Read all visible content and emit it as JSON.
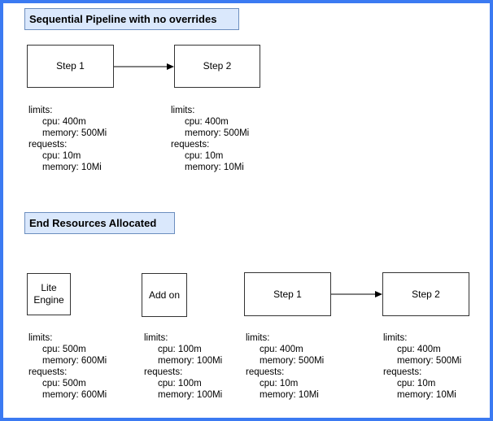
{
  "diagram": {
    "frame_color": "#3b7af2",
    "title_fill": "#dae8fc",
    "title_border": "#6c8ebf",
    "node_border": "#333333"
  },
  "section_top": {
    "title": "Sequential Pipeline with no overrides",
    "nodes": [
      {
        "label": "Step 1"
      },
      {
        "label": "Step 2"
      }
    ],
    "blocks": [
      {
        "lines": [
          "limits:",
          "cpu: 400m",
          "memory: 500Mi",
          "requests:",
          "cpu: 10m",
          "memory: 10Mi"
        ]
      },
      {
        "lines": [
          "limits:",
          "cpu: 400m",
          "memory: 500Mi",
          "requests:",
          "cpu: 10m",
          "memory: 10Mi"
        ]
      }
    ]
  },
  "section_bottom": {
    "title": "End Resources Allocated",
    "nodes": [
      {
        "label": "Lite Engine"
      },
      {
        "label": "Add on"
      },
      {
        "label": "Step 1"
      },
      {
        "label": "Step 2"
      }
    ],
    "blocks": [
      {
        "lines": [
          "limits:",
          "cpu: 500m",
          "memory: 600Mi",
          "requests:",
          "cpu: 500m",
          "memory: 600Mi"
        ]
      },
      {
        "lines": [
          "limits:",
          "cpu: 100m",
          "memory: 100Mi",
          "requests:",
          "cpu: 100m",
          "memory: 100Mi"
        ]
      },
      {
        "lines": [
          "limits:",
          "cpu: 400m",
          "memory: 500Mi",
          "requests:",
          "cpu: 10m",
          "memory: 10Mi"
        ]
      },
      {
        "lines": [
          "limits:",
          "cpu: 400m",
          "memory: 500Mi",
          "requests:",
          "cpu: 10m",
          "memory: 10Mi"
        ]
      }
    ]
  }
}
